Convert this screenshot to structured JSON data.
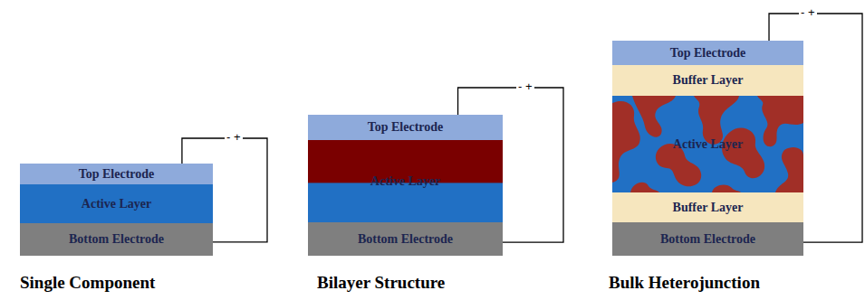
{
  "diagram": {
    "nodes": [
      {
        "text": [
          "Top Electrode"
        ]
      },
      {
        "text": [
          "Active Layer"
        ]
      },
      {
        "text": [
          "Bottom Electrode"
        ]
      },
      {
        "text": [
          "Top Electrode"
        ]
      },
      {
        "text": [
          "Active Layer"
        ]
      },
      {
        "text": [
          "Bottom Electrode"
        ]
      },
      {
        "text": [
          "Top Electrode"
        ]
      },
      {
        "text": [
          "Buffer Layer"
        ]
      },
      {
        "text": [
          "Active Layer"
        ]
      },
      {
        "text": [
          "Buffer Layer"
        ]
      },
      {
        "text": [
          "Bottom Electrode"
        ]
      }
    ],
    "edges": [
      {
        "from": 0,
        "to": 2,
        "label": "- +",
        "arrow": "none"
      },
      {
        "from": 3,
        "to": 5,
        "label": "- +",
        "arrow": "none"
      },
      {
        "from": 6,
        "to": 10,
        "label": "- +",
        "arrow": "none"
      }
    ],
    "labels": [
      "Single Component",
      "Bilayer Structure",
      "Bulk Heterojunction"
    ]
  }
}
